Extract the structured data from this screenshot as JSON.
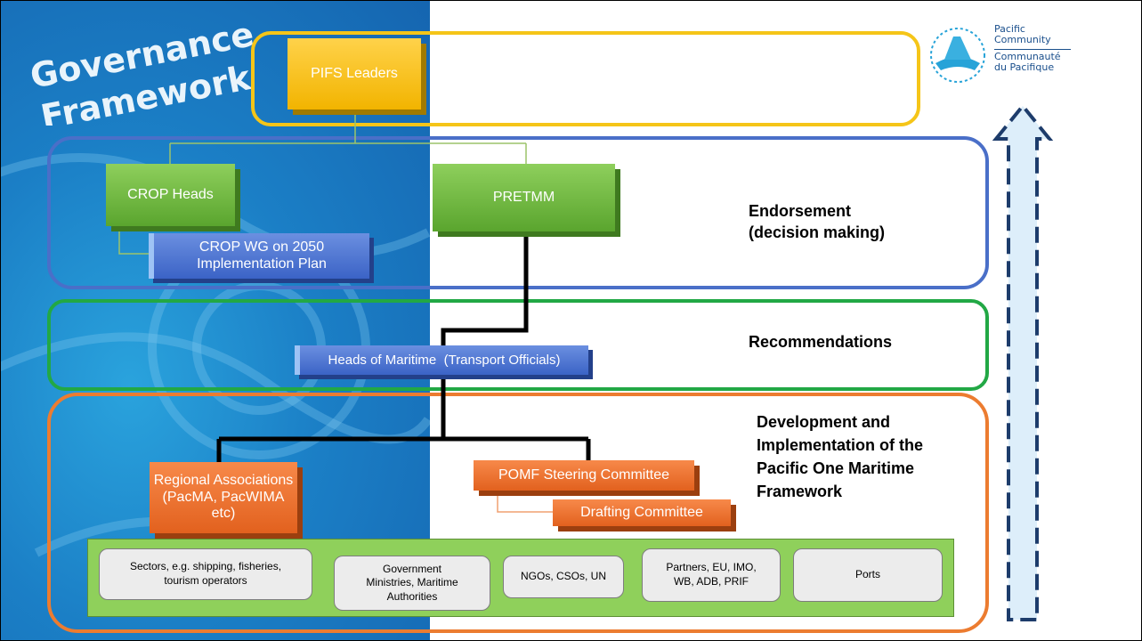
{
  "title": {
    "line1": "Governance",
    "line2": "Framework"
  },
  "nodes": {
    "pifs_leaders": "PIFS Leaders",
    "crop_heads": "CROP Heads",
    "pretmm": "PRETMM",
    "crop_wg_line1": "CROP WG on 2050",
    "crop_wg_line2": "Implementation Plan",
    "heads_of_maritime": "Heads of Maritime  (Transport Officials)",
    "regional_associations": "Regional Associations (PacMA, PacWIMA etc)",
    "pomf_steering": "POMF Steering Committee",
    "drafting_committee": "Drafting Committee"
  },
  "band_labels": {
    "endorsement_line1": "Endorsement",
    "endorsement_line2": "(decision making)",
    "recommendations": "Recommendations",
    "development_line1": "Development and",
    "development_line2": "Implementation of the",
    "development_line3": "Pacific One Maritime",
    "development_line4": "Framework"
  },
  "stakeholders": [
    {
      "line1": "Sectors, e.g. shipping, fisheries,",
      "line2": "tourism operators"
    },
    {
      "line1": "Government",
      "line2": "Ministries, Maritime",
      "line3": "Authorities"
    },
    {
      "line1": "NGOs, CSOs, UN"
    },
    {
      "line1": "Partners, EU, IMO,",
      "line2": "WB, ADB, PRIF"
    },
    {
      "line1": "Ports"
    }
  ],
  "logo": {
    "en_line1": "Pacific",
    "en_line2": "Community",
    "fr_line1": "Communauté",
    "fr_line2": "du Pacifique",
    "icon": "pacific-community-emblem"
  },
  "colors": {
    "band_yellow": "#f5c518",
    "band_blue": "#4a6fc8",
    "band_green": "#22a845",
    "band_orange": "#ec7c30",
    "arrow_fill": "#ddeefa",
    "arrow_outline": "#1d3c6b"
  }
}
